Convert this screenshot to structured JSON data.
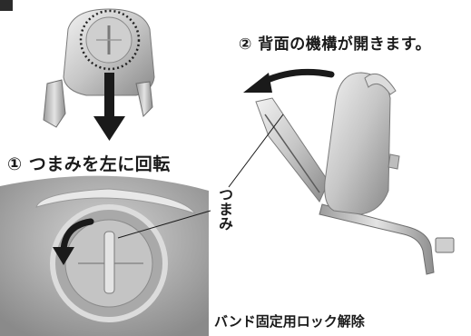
{
  "labels": {
    "step1": "① つまみを左に回転",
    "step2": "② 背面の機構が開きます。",
    "knob": "つまみ",
    "caption": "バンド固定用ロック解除"
  },
  "colors": {
    "metal_light": "#e6e6e6",
    "metal_mid": "#b8b8b8",
    "metal_dark": "#6f6f6f",
    "arrow": "#1a1a1a",
    "text": "#1a1a1a"
  },
  "icons": {
    "down_arrow": "down-arrow-icon",
    "rotate_arrow": "rotate-left-arrow-icon",
    "curved_arrow": "curved-left-arrow-icon"
  }
}
